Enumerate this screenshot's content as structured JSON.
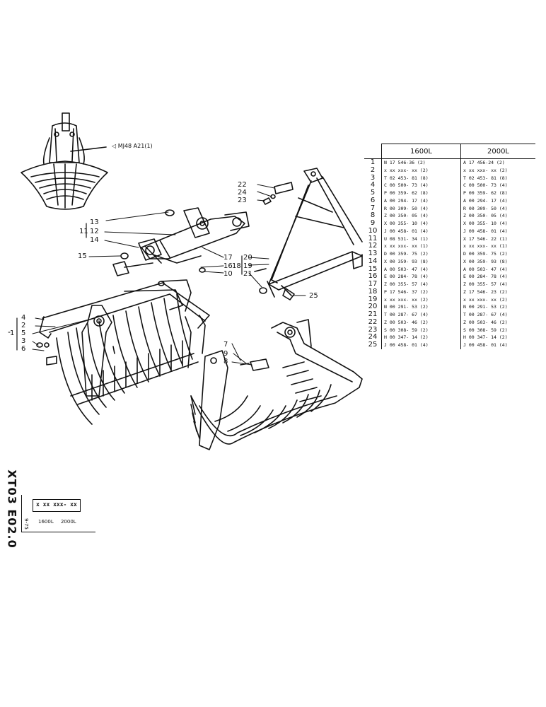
{
  "figure": {
    "reference_note": "◁ MJ48 A21(1)",
    "callouts": [
      {
        "id": "c22",
        "text": "22"
      },
      {
        "id": "c24",
        "text": "24"
      },
      {
        "id": "c23",
        "text": "23"
      },
      {
        "id": "c13",
        "text": "13"
      },
      {
        "id": "c11",
        "text": "11"
      },
      {
        "id": "c12",
        "text": "12"
      },
      {
        "id": "c14",
        "text": "14"
      },
      {
        "id": "c15",
        "text": "15"
      },
      {
        "id": "c17",
        "text": "17"
      },
      {
        "id": "c16",
        "text": "16"
      },
      {
        "id": "c10",
        "text": "10"
      },
      {
        "id": "c20",
        "text": "20"
      },
      {
        "id": "c18",
        "text": "18"
      },
      {
        "id": "c19",
        "text": "19"
      },
      {
        "id": "c21",
        "text": "21"
      },
      {
        "id": "c25",
        "text": "25"
      },
      {
        "id": "c4",
        "text": "4"
      },
      {
        "id": "c2",
        "text": "2"
      },
      {
        "id": "c1",
        "text": "1"
      },
      {
        "id": "c5",
        "text": "5"
      },
      {
        "id": "c3",
        "text": "3"
      },
      {
        "id": "c6",
        "text": "6"
      },
      {
        "id": "c7",
        "text": "7"
      },
      {
        "id": "c9",
        "text": "9"
      },
      {
        "id": "c8",
        "text": "8"
      }
    ]
  },
  "parts_table": {
    "headers": [
      "1600L",
      "2000L"
    ],
    "rows": [
      {
        "num": "1",
        "a": "N 17 546-36 (2)",
        "b": "A 17 456-24 (2)"
      },
      {
        "num": "2",
        "a": "x xx xxx- xx (2)",
        "b": "x xx xxx- xx (2)"
      },
      {
        "num": "3",
        "a": "T 02 453- 81 (8)",
        "b": "T 02 453- 81 (8)"
      },
      {
        "num": "4",
        "a": "C 00 500- 73 (4)",
        "b": "C 00 500- 73 (4)"
      },
      {
        "num": "5",
        "a": "P 00 359- 62 (8)",
        "b": "P 00 359- 62 (8)"
      },
      {
        "num": "6",
        "a": "A 00 294- 17 (4)",
        "b": "A 00 294- 17 (4)"
      },
      {
        "num": "7",
        "a": "R 00 309- 50 (4)",
        "b": "R 00 309- 50 (4)"
      },
      {
        "num": "8",
        "a": "Z 00 350- 05 (4)",
        "b": "Z 00 350- 05 (4)"
      },
      {
        "num": "9",
        "a": "X 00 355- 10 (4)",
        "b": "X 00 355- 10 (4)"
      },
      {
        "num": "10",
        "a": "J 00 458- 01 (4)",
        "b": "J 00 458- 01 (4)"
      },
      {
        "num": "11",
        "a": "U 08 531- 34 (1)",
        "b": "X 17 546- 22 (1)"
      },
      {
        "num": "12",
        "a": "x xx xxx- xx (1)",
        "b": "x xx xxx- xx (1)"
      },
      {
        "num": "13",
        "a": "D 00 359- 75 (2)",
        "b": "D 00 359- 75 (2)"
      },
      {
        "num": "14",
        "a": "X 00 359- 93 (8)",
        "b": "X 00 359- 93 (8)"
      },
      {
        "num": "15",
        "a": "A 00 503- 47 (4)",
        "b": "A 00 503- 47 (4)"
      },
      {
        "num": "16",
        "a": "E 00 284- 78 (4)",
        "b": "E 00 284- 78 (4)"
      },
      {
        "num": "17",
        "a": "Z 00 355- 57 (4)",
        "b": "Z 00 355- 57 (4)"
      },
      {
        "num": "18",
        "a": "P 17 546- 37 (2)",
        "b": "Z 17 546- 23 (2)"
      },
      {
        "num": "19",
        "a": "x xx xxx- xx (2)",
        "b": "x xx xxx- xx (2)"
      },
      {
        "num": "20",
        "a": "N 00 291- 53 (2)",
        "b": "N 00 291- 53 (2)"
      },
      {
        "num": "21",
        "a": "T 00 287- 67 (4)",
        "b": "T 00 287- 67 (4)"
      },
      {
        "num": "22",
        "a": "Z 00 503- 46 (2)",
        "b": "Z 00 503- 46 (2)"
      },
      {
        "num": "23",
        "a": "S 00 308- 59 (2)",
        "b": "S 00 308- 59 (2)"
      },
      {
        "num": "24",
        "a": "H 00 347- 14 (2)",
        "b": "H 00 347- 14 (2)"
      },
      {
        "num": "25",
        "a": "J 00 458- 01 (4)",
        "b": "J 00 458- 01 (4)"
      }
    ]
  },
  "title_block": {
    "code": "XT03 E02.0",
    "date": "9-75",
    "part_box": "x xx xxx- xx",
    "models": [
      "1600L",
      "2000L"
    ]
  }
}
